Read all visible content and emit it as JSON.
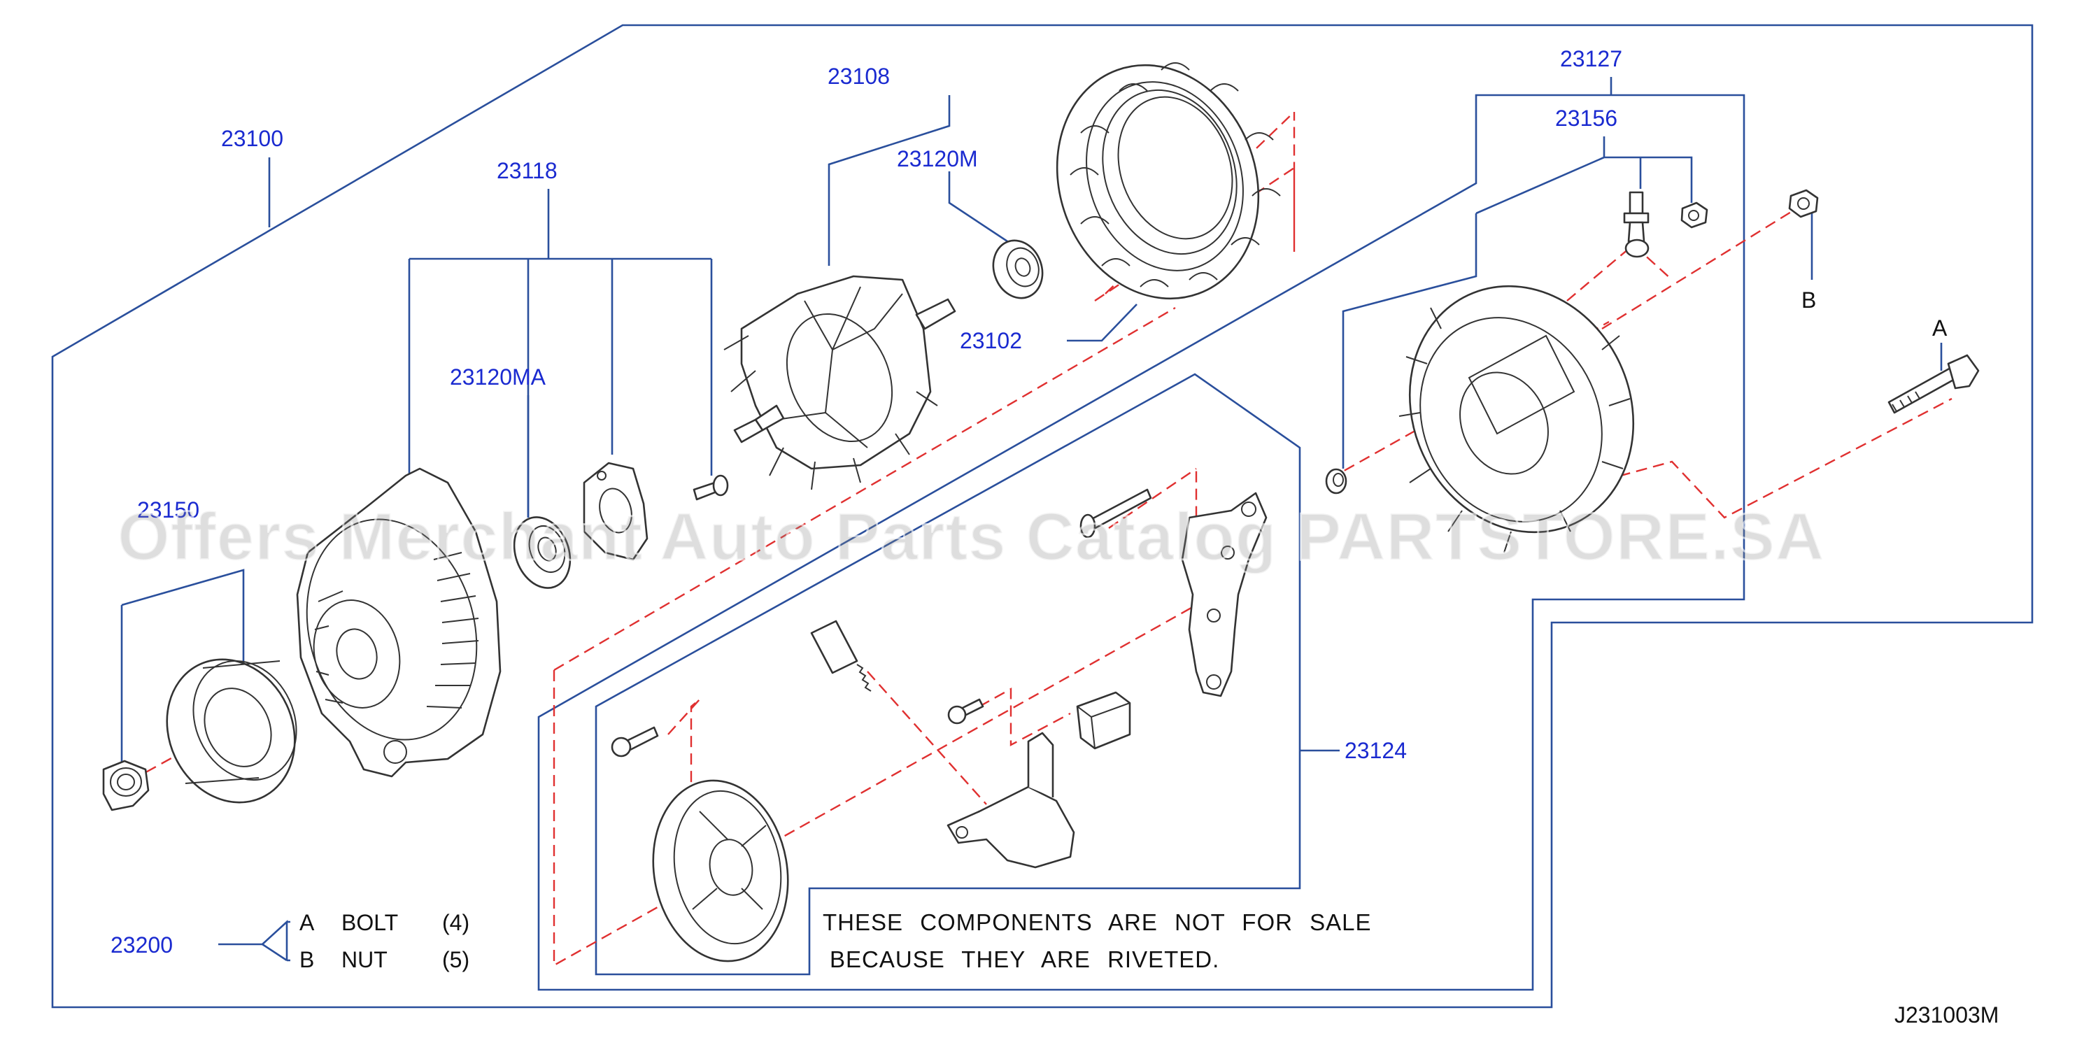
{
  "labels": {
    "p23100": "23100",
    "p23118": "23118",
    "p23108": "23108",
    "p23120m": "23120M",
    "p23102": "23102",
    "p23120ma": "23120MA",
    "p23150": "23150",
    "p23127": "23127",
    "p23156": "23156",
    "p23124": "23124",
    "p23200": "23200",
    "callout_a": "A",
    "callout_b": "B"
  },
  "legend": {
    "row_a": {
      "key": "A",
      "name": "BOLT",
      "qty": "(4)"
    },
    "row_b": {
      "key": "B",
      "name": "NUT",
      "qty": "(5)"
    }
  },
  "note": {
    "line1": "THESE COMPONENTS ARE NOT FOR SALE",
    "line2": "BECAUSE THEY ARE RIVETED."
  },
  "diagram_code": "J231003M",
  "watermark": "Offers Merchant Auto Parts Catalog PARTSTORE.SA",
  "colors": {
    "callout_text": "#1a2ad0",
    "leader_line": "#2a4f9c",
    "center_line": "#e03030",
    "part_stroke": "#333333"
  }
}
